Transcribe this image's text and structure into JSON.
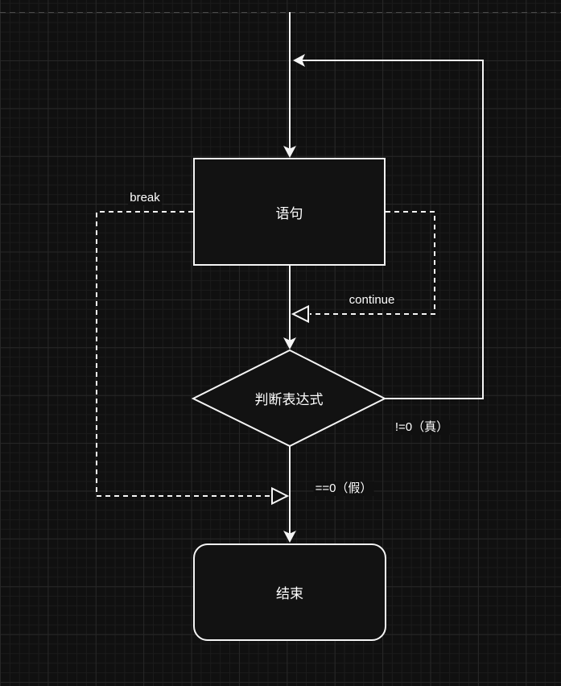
{
  "diagram": {
    "nodes": [
      {
        "id": "statement",
        "shape": "rectangle",
        "label": "语句"
      },
      {
        "id": "condition",
        "shape": "diamond",
        "label": "判断表达式"
      },
      {
        "id": "end",
        "shape": "rounded-rectangle",
        "label": "结束"
      }
    ],
    "edge_labels": {
      "break_label": "break",
      "continue_label": "continue",
      "true_branch": "!=0（真）",
      "false_branch": "==0（假）"
    },
    "colors": {
      "background": "#101010",
      "grid_minor": "#1b1b1b",
      "grid_major": "#272727",
      "shape_fill": "#121212",
      "stroke": "#f5f5f5",
      "page_boundary": "#4b4b4b"
    }
  }
}
